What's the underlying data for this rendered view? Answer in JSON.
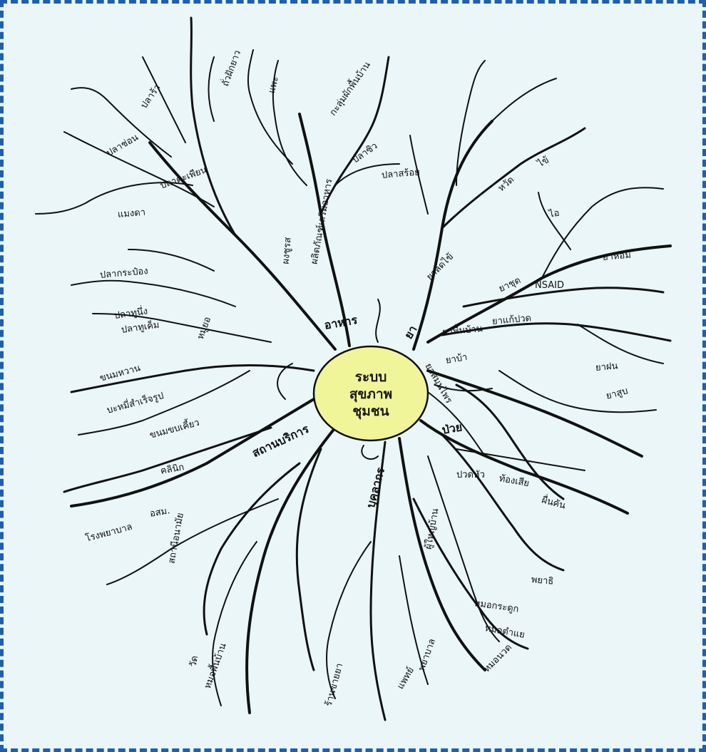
{
  "colors": {
    "background": "#eaf6f8",
    "border": "#1f5fb0",
    "center_fill": "#f1f59a",
    "ink": "#111111"
  },
  "center": {
    "text": "ระบบ\nสุขภาพ\nชุมชน"
  },
  "branches": {
    "food": "อาหาร",
    "medicine": "ยา",
    "illness": "ป่วย",
    "health_service": "สถานบริการ",
    "personnel": "บุคลากร"
  },
  "labels": {
    "l1": "กะลุ่มผักพื้นบ้าน",
    "l2": "ปลาซิว",
    "l3": "ปลาสร้อย",
    "l4": "แพะ",
    "l5": "ถั่วฝักยาว",
    "l6": "ปลาร้า",
    "l7": "ปลาช่อน",
    "l8": "แมงดา",
    "l9": "ปลาตะเพียน",
    "l10": "ปลากระป๋อง",
    "l11": "ปลาทูนึ่ง",
    "l12": "ปลาทูเค็ม",
    "l13": "ขนมขบเคี้ยว",
    "l14": "หมูยอ",
    "l15": "บะหมี่สำเร็จรูป",
    "l16": "ขนมหวาน",
    "l17": "ผลิตภัณฑ์เสริมอาหาร",
    "l18": "ผงชูรส",
    "l19": "ยาสมุนไพร",
    "l20": "ยาชุด",
    "l21": "ยาลดไข้",
    "l22": "NSAID",
    "l23": "ยาแก้ปวด",
    "l24": "ยาฝน",
    "l25": "ยาสูบ",
    "l26": "ยาหอม",
    "l27": "ยาบ้า",
    "l28": "ยาพื้นบ้าน",
    "l29": "หวัด",
    "l30": "ไข้",
    "l31": "ไอ",
    "l32": "ปวดหัว",
    "l33": "ท้องเสีย",
    "l34": "ผื่นคัน",
    "l35": "พยาธิ",
    "l36": "อสม.",
    "l37": "สถานีอนามัย",
    "l38": "โรงพยาบาล",
    "l39": "วัด",
    "l40": "หมอพื้นบ้าน",
    "l41": "หมอตำแย",
    "l42": "หมอกระดูก",
    "l43": "ร้านขายยา",
    "l44": "คลินิก",
    "l45": "พยาบาล",
    "l46": "แพทย์",
    "l47": "หมอนวด",
    "l48": "ผู้ใหญ่บ้าน"
  }
}
